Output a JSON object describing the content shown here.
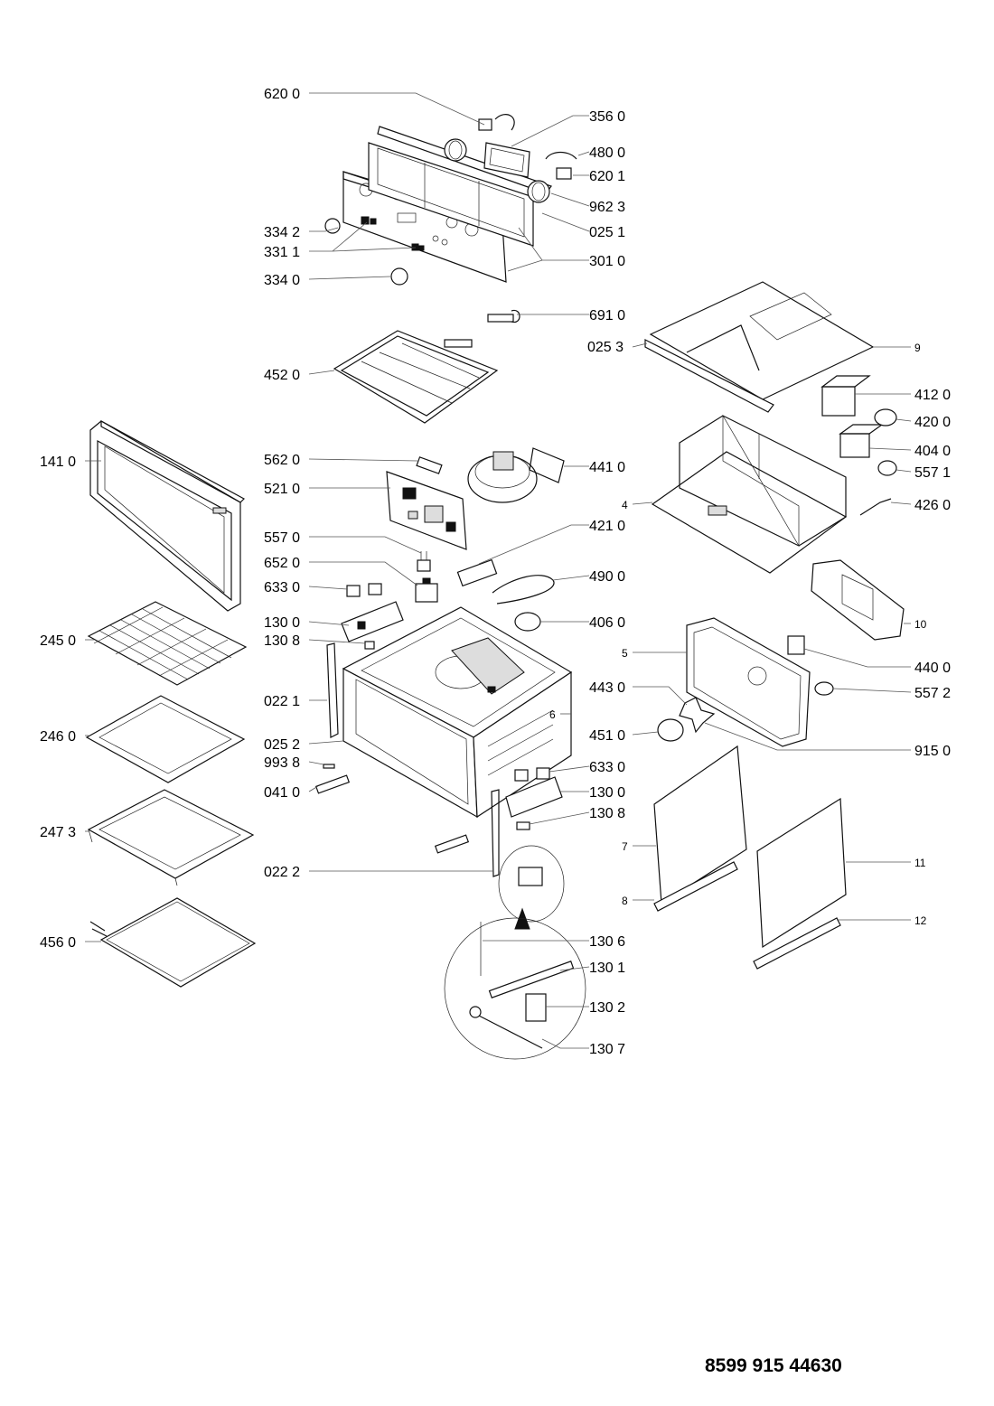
{
  "document_number": "8599 915 44630",
  "part_labels": {
    "620_0": "620 0",
    "356_0": "356 0",
    "480_0": "480 0",
    "620_1": "620 1",
    "962_3": "962 3",
    "025_1": "025 1",
    "334_2": "334 2",
    "331_1": "331 1",
    "301_0": "301 0",
    "334_0": "334 0",
    "691_0": "691 0",
    "025_3": "025 3",
    "9": "9",
    "452_0": "452 0",
    "412_0": "412 0",
    "420_0": "420 0",
    "404_0": "404 0",
    "557_1": "557 1",
    "426_0": "426 0",
    "141_0": "141 0",
    "562_0": "562 0",
    "521_0": "521 0",
    "441_0": "441 0",
    "4": "4",
    "557_0": "557 0",
    "421_0": "421 0",
    "652_0": "652 0",
    "490_0": "490 0",
    "633_0a": "633 0",
    "130_0a": "130 0",
    "406_0": "406 0",
    "10": "10",
    "245_0": "245 0",
    "130_8a": "130 8",
    "5": "5",
    "440_0": "440 0",
    "022_1": "022 1",
    "443_0": "443 0",
    "557_2": "557 2",
    "6": "6",
    "246_0": "246 0",
    "025_2": "025 2",
    "451_0": "451 0",
    "915_0": "915 0",
    "993_8": "993 8",
    "633_0b": "633 0",
    "041_0": "041 0",
    "130_0b": "130 0",
    "130_8b": "130 8",
    "247_3": "247 3",
    "7": "7",
    "11": "11",
    "022_2": "022 2",
    "8": "8",
    "12": "12",
    "456_0": "456 0",
    "130_6": "130 6",
    "130_1": "130 1",
    "130_2": "130 2",
    "130_7": "130 7"
  }
}
